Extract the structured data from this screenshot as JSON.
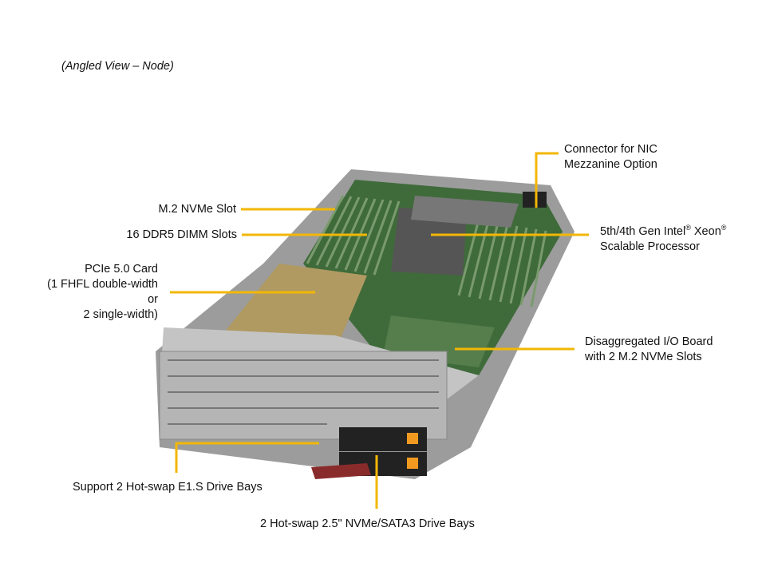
{
  "title": "(Angled View – Node)",
  "labels": {
    "m2_slot": "M.2 NVMe Slot",
    "dimm": "16 DDR5 DIMM Slots",
    "pcie": [
      "PCIe 5.0 Card",
      "(1 FHFL double-width",
      "or",
      "2 single-width)"
    ],
    "nic": [
      "Connector for NIC",
      "Mezzanine Option"
    ],
    "cpu": {
      "line1_a": "5th/4th Gen Intel",
      "reg": "®",
      "line1_b": " Xeon",
      "line2": "Scalable Processor"
    },
    "io_board": [
      "Disaggregated I/O Board",
      "with 2 M.2 NVMe Slots"
    ],
    "e1s": "Support 2 Hot-swap E1.S Drive Bays",
    "drive_bays": "2 Hot-swap 2.5\" NVMe/SATA3 Drive Bays"
  },
  "colors": {
    "leader": "#f2b705",
    "pcb": "#3f6b3a",
    "chassis": "#a8a8a8",
    "card": "#b09a62"
  }
}
